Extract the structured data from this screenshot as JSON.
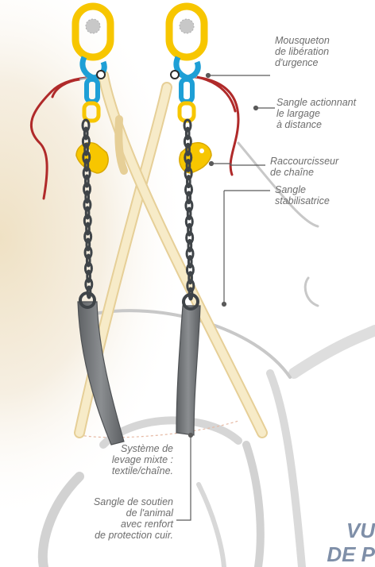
{
  "labels": {
    "quick_release_hook": "Mousqueton\nde libération\nd'urgence",
    "remote_release_strap": "Sangle actionnant\nle largage\nà distance",
    "chain_shortener": "Raccourcisseur\nde chaîne",
    "stabilizing_strap": "Sangle\nstabilisatrice",
    "lifting_system": "Système de\nlevage mixte :\ntextile/chaîne.",
    "support_strap": "Sangle de soutien\nde l'animal\navec renfort\nde protection cuir."
  },
  "title": {
    "line1": "VU",
    "line2": "DE P"
  },
  "colors": {
    "ring_yellow": "#f7c600",
    "swivel_blue": "#1e9fd6",
    "chain_dark": "#3f4448",
    "sling_cream": "#f4e3b5",
    "red_strap": "#b02a2a",
    "leather_grey": "#7c7f82",
    "leader_line": "#5a5a5a",
    "title_blue": "#7f8fa8"
  }
}
